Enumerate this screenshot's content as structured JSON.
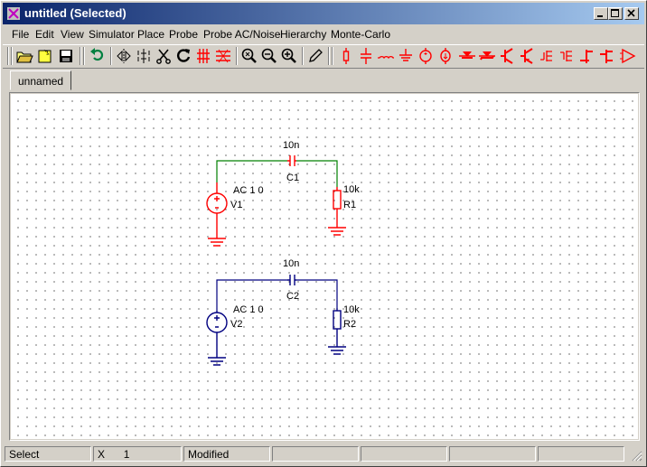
{
  "window": {
    "title": "untitled (Selected)",
    "icons": {
      "app": "app-icon",
      "minimize": "minimize-icon",
      "maximize": "maximize-icon",
      "close": "close-icon"
    }
  },
  "menu": [
    "File",
    "Edit",
    "View",
    "Simulator",
    "Place",
    "Probe",
    "Probe AC/Noise",
    "Hierarchy",
    "Monte-Carlo"
  ],
  "toolbar": {
    "buttons": [
      "open-folder-icon",
      "new-file-icon",
      "save-icon",
      "undo-icon",
      "flip-horizontal-icon",
      "flip-vertical-icon",
      "cut-icon",
      "rotate-icon",
      "wire-icon",
      "bus-icon",
      "zoom-fit-icon",
      "zoom-out-icon",
      "zoom-in-icon",
      "pencil-icon",
      "resistor-icon",
      "capacitor-icon",
      "inductor-icon",
      "ground-icon",
      "voltage-source-icon",
      "current-source-icon",
      "diode-icon",
      "zener-icon",
      "npn-icon",
      "pnp-icon",
      "nmos-icon",
      "pmos-icon",
      "njfet-icon",
      "pjfet-icon",
      "opamp-icon"
    ],
    "accent_color": "#ff0000"
  },
  "tabs": [
    {
      "label": "unnamed"
    }
  ],
  "schematic": {
    "circuit1": {
      "color": "#ff0000",
      "wire_color": "#008000",
      "cap_value": "10n",
      "cap_name": "C1",
      "source_value": "AC 1 0",
      "source_name": "V1",
      "res_value": "10k",
      "res_name": "R1"
    },
    "circuit2": {
      "color": "#000080",
      "wire_color": "#000080",
      "cap_value": "10n",
      "cap_name": "C2",
      "source_value": "AC 1 0",
      "source_name": "V2",
      "res_value": "10k",
      "res_name": "R2"
    }
  },
  "status": {
    "mode": "Select",
    "x_label": "X",
    "x_value": "1",
    "state": "Modified"
  }
}
